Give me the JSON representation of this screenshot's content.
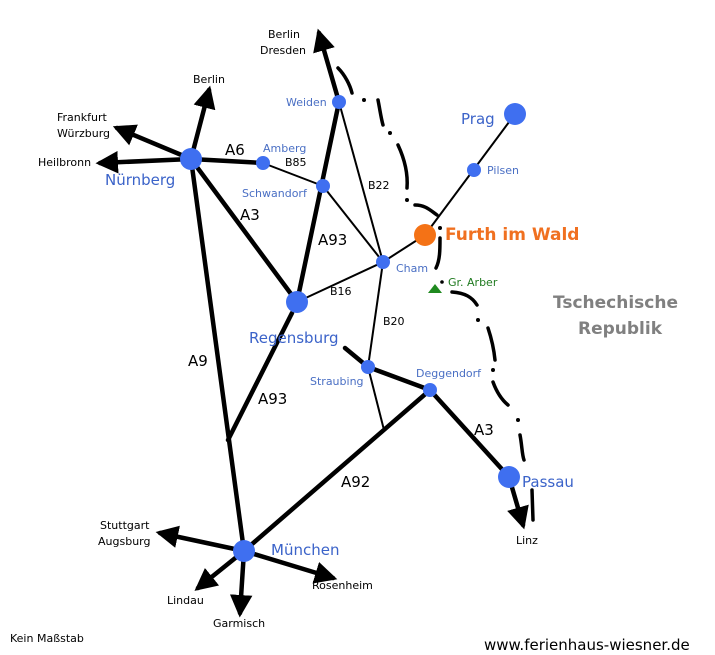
{
  "colors": {
    "city": "#3f6ff0",
    "furth": "#f47216",
    "mountain": "#1f8a1f",
    "road": "#000000",
    "country_label": "#808080"
  },
  "motorways": [
    {
      "id": "A6",
      "label": "A6"
    },
    {
      "id": "A3-north",
      "label": "A3"
    },
    {
      "id": "A3-south",
      "label": "A3"
    },
    {
      "id": "A93-north",
      "label": "A93"
    },
    {
      "id": "A93-south",
      "label": "A93"
    },
    {
      "id": "A9",
      "label": "A9"
    },
    {
      "id": "A92",
      "label": "A92"
    }
  ],
  "federal_roads": [
    {
      "id": "B85",
      "label": "B85"
    },
    {
      "id": "B22",
      "label": "B22"
    },
    {
      "id": "B16",
      "label": "B16"
    },
    {
      "id": "B20",
      "label": "B20"
    }
  ],
  "cities": {
    "nuernberg": "Nürnberg",
    "regensburg": "Regensburg",
    "muenchen": "München",
    "passau": "Passau",
    "prag": "Prag",
    "weiden": "Weiden",
    "amberg": "Amberg",
    "schwandorf": "Schwandorf",
    "cham": "Cham",
    "pilsen": "Pilsen",
    "straubing": "Straubing",
    "deggendorf": "Deggendorf",
    "furth": "Furth im Wald"
  },
  "destinations": {
    "berlin_dresden_1": "Berlin",
    "berlin_dresden_2": "Dresden",
    "berlin": "Berlin",
    "frankfurt": "Frankfurt",
    "wuerzburg": "Würzburg",
    "heilbronn": "Heilbronn",
    "stuttgart": "Stuttgart",
    "augsburg": "Augsburg",
    "lindau": "Lindau",
    "garmisch": "Garmisch",
    "rosenheim": "Rosenheim",
    "linz": "Linz"
  },
  "landmarks": {
    "arber": "Gr. Arber"
  },
  "country": {
    "line1": "Tschechische",
    "line2": "Republik"
  },
  "footer": {
    "scale_note": "Kein Maßstab",
    "website": "www.ferienhaus-wiesner.de"
  }
}
